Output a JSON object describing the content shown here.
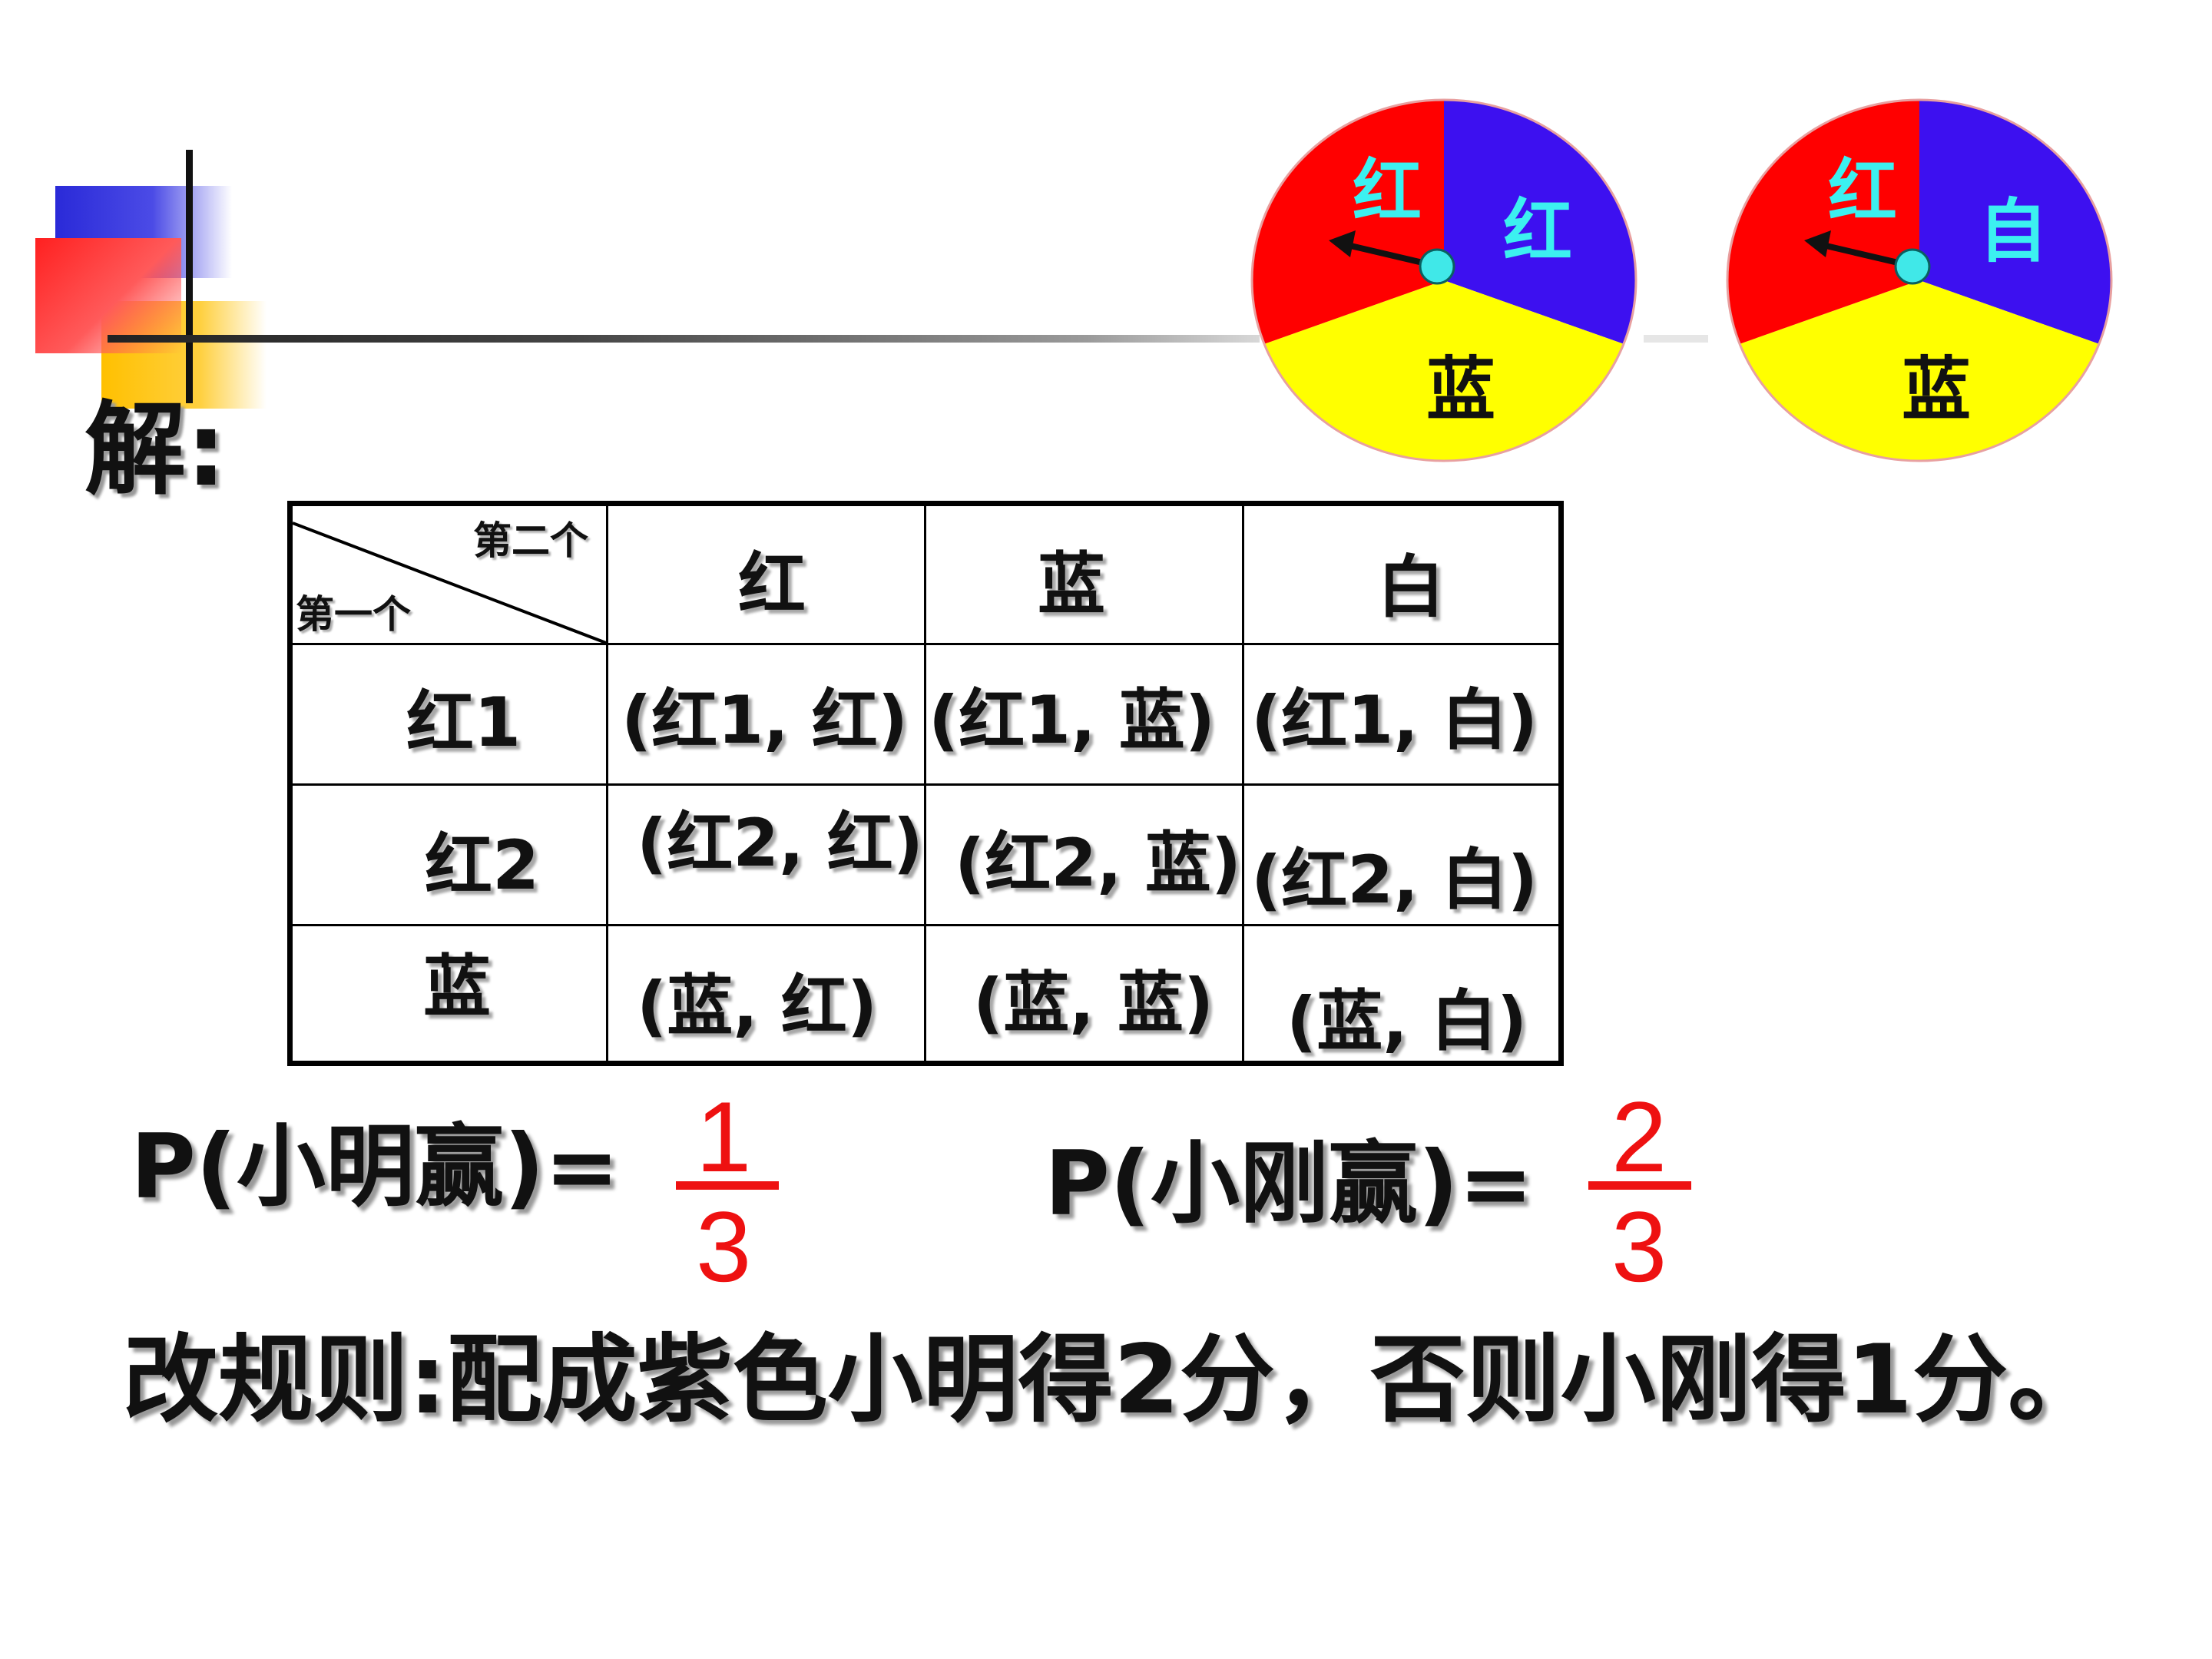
{
  "solution_label": "解:",
  "spinners": [
    {
      "segments": [
        "红",
        "红",
        "蓝"
      ]
    },
    {
      "segments": [
        "红",
        "自",
        "蓝"
      ]
    }
  ],
  "table": {
    "corner_top": "第二个",
    "corner_bottom": "第一个",
    "columns": [
      "红",
      "蓝",
      "白"
    ],
    "rows": [
      {
        "label": "红1",
        "cells": [
          "(红1, 红)",
          "(红1, 蓝)",
          "(红1, 白)"
        ]
      },
      {
        "label": "红2",
        "cells": [
          "(红2, 红)",
          "(红2, 蓝)",
          "(红2, 白)"
        ]
      },
      {
        "label": "蓝",
        "cells": [
          "(蓝, 红)",
          "(蓝, 蓝)",
          "(蓝, 白)"
        ]
      }
    ]
  },
  "probabilities": [
    {
      "label": "P(小明赢)=",
      "numerator": "1",
      "denominator": "3"
    },
    {
      "label": "P(小刚赢)=",
      "numerator": "2",
      "denominator": "3"
    }
  ],
  "rule": "改规则:配成紫色小明得2分，否则小刚得1分。",
  "colors": {
    "red": "#ff0000",
    "blue": "#3d10f0",
    "yellow": "#ffff00",
    "label_cyan": "#3cf0f0",
    "fraction_red": "#ee1111"
  }
}
